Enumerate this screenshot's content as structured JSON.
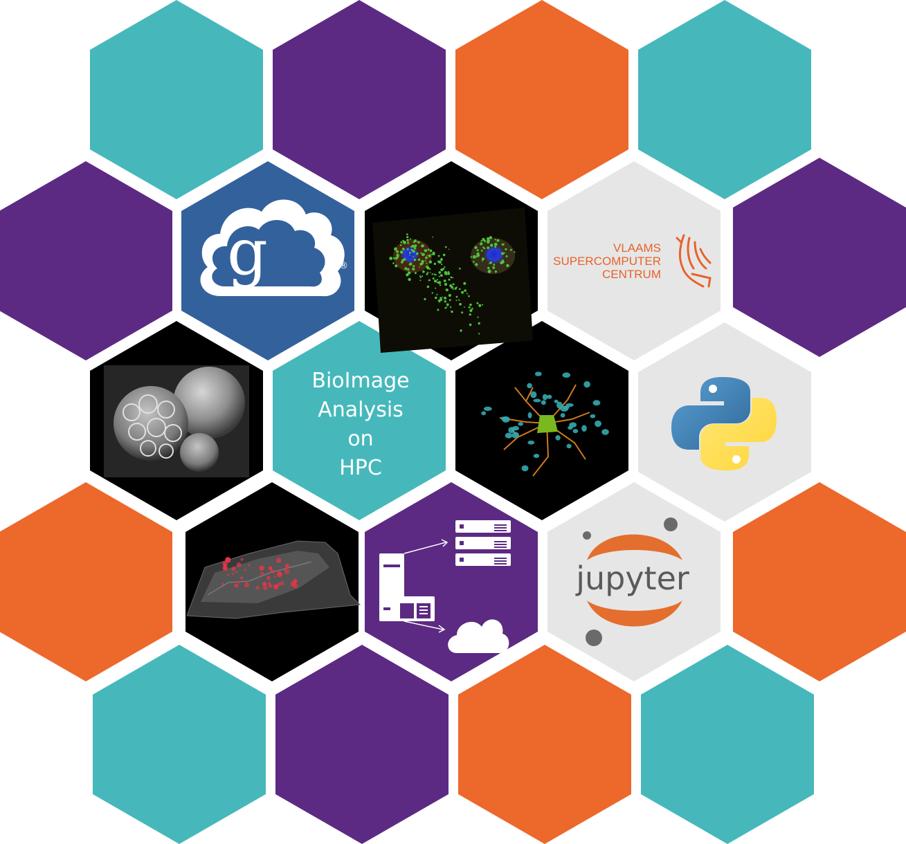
{
  "colors": {
    "teal": "#46b8bb",
    "purple": "#5c2a82",
    "orange": "#ec682b",
    "light_gray": "#e6e6e6",
    "globus_blue": "#33619c",
    "black": "#000000"
  },
  "center": {
    "title_lines": [
      "BioImage",
      "Analysis",
      "on",
      "HPC"
    ]
  },
  "vsc": {
    "lines": [
      "VLAAMS",
      "SUPERCOMPUTER",
      "CENTRUM"
    ]
  },
  "globus": {
    "letter": "g",
    "registered": "®"
  },
  "jupyter": {
    "word": "jupyter"
  },
  "tiles": [
    {
      "name": "hex-teal",
      "fill": "teal"
    },
    {
      "name": "hex-purple",
      "fill": "purple"
    },
    {
      "name": "hex-orange",
      "fill": "orange"
    },
    {
      "name": "hex-teal",
      "fill": "teal"
    },
    {
      "name": "hex-purple",
      "fill": "purple"
    },
    {
      "name": "globus-logo-hex",
      "fill": "globus_blue"
    },
    {
      "name": "fluorescence-cells-hex",
      "fill": "black"
    },
    {
      "name": "vsc-logo-hex",
      "fill": "light_gray"
    },
    {
      "name": "hex-purple",
      "fill": "purple"
    },
    {
      "name": "sem-yeast-hex",
      "fill": "black"
    },
    {
      "name": "title-hex",
      "fill": "teal"
    },
    {
      "name": "neuron-microscopy-hex",
      "fill": "black"
    },
    {
      "name": "python-logo-hex",
      "fill": "light_gray"
    },
    {
      "name": "hex-orange",
      "fill": "orange"
    },
    {
      "name": "tissue-3d-render-hex",
      "fill": "black"
    },
    {
      "name": "hpc-cloud-diagram-hex",
      "fill": "purple"
    },
    {
      "name": "jupyter-logo-hex",
      "fill": "light_gray"
    },
    {
      "name": "hex-orange",
      "fill": "orange"
    },
    {
      "name": "hex-teal",
      "fill": "teal"
    },
    {
      "name": "hex-purple",
      "fill": "purple"
    },
    {
      "name": "hex-orange",
      "fill": "orange"
    },
    {
      "name": "hex-teal",
      "fill": "teal"
    }
  ]
}
